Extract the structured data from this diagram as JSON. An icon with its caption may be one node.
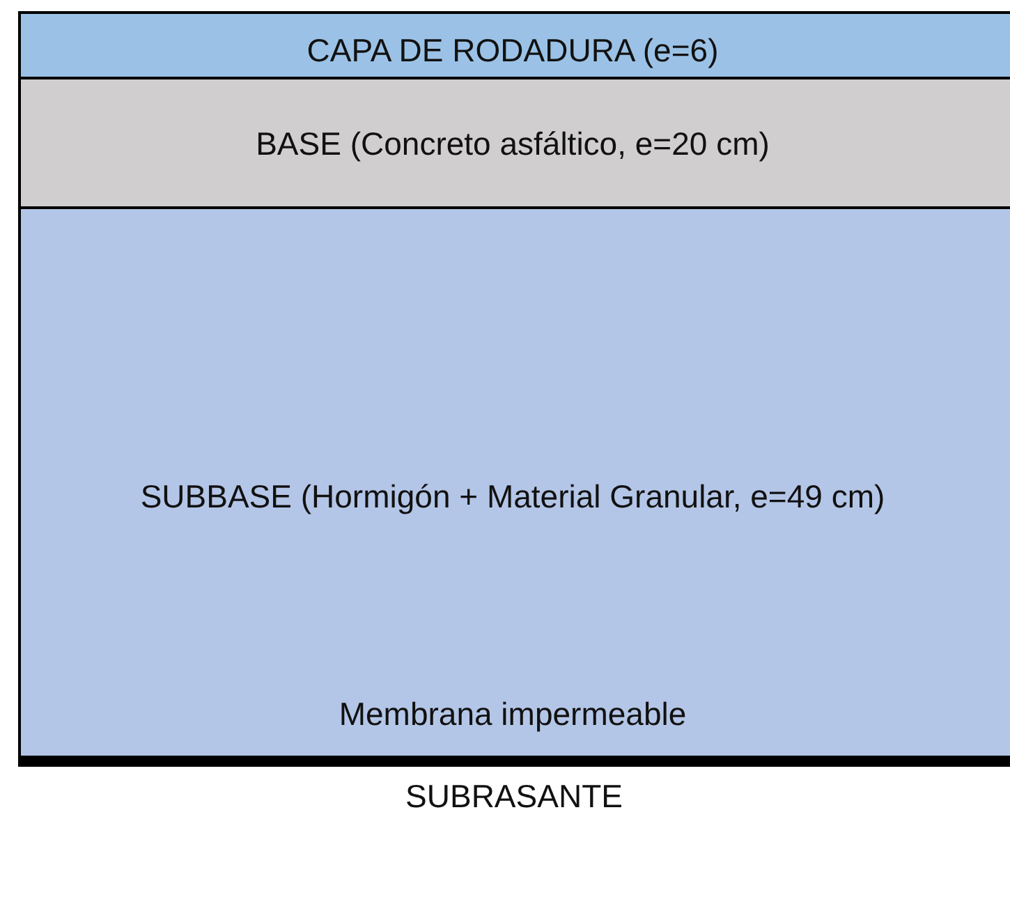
{
  "diagram": {
    "nodes": [
      {
        "text": [
          "CAPA DE RODADURA (e=6)"
        ]
      },
      {
        "text": [
          "BASE (Concreto asfáltico, e=20 cm)"
        ]
      },
      {
        "text": [
          "SUBBASE (Hormigón + Material Granular, e=49 cm)",
          "Membrana impermeable"
        ]
      }
    ],
    "labels": [
      "SUBRASANTE"
    ]
  }
}
